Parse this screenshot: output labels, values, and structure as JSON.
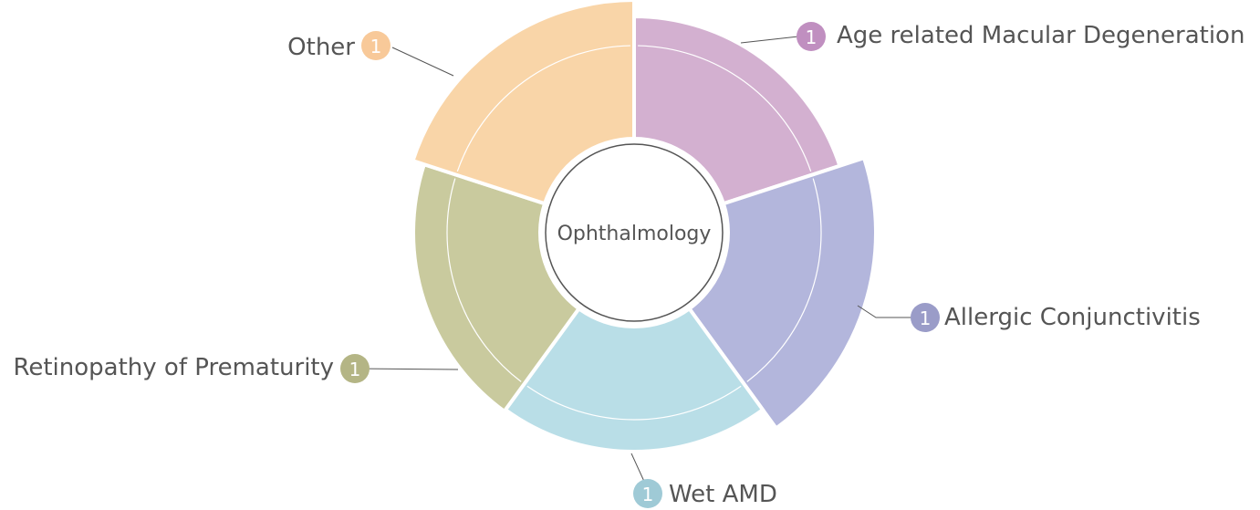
{
  "chart_data": {
    "type": "pie",
    "variant": "polar-area-donut",
    "title": "Ophthalmology",
    "slices": [
      {
        "label": "Age related Macular Degeneration",
        "value": 1,
        "color": "#d3b0d0",
        "badge_color": "#c08fc0"
      },
      {
        "label": "Allergic Conjunctivitis",
        "value": 1,
        "color": "#b3b6dc",
        "badge_color": "#9a9cc8"
      },
      {
        "label": "Wet AMD",
        "value": 1,
        "color": "#b9dee7",
        "badge_color": "#9fcad6"
      },
      {
        "label": "Retinopathy of Prematurity",
        "value": 1,
        "color": "#c9ca9e",
        "badge_color": "#b4b585"
      },
      {
        "label": "Other",
        "value": 1,
        "color": "#f9d5a8",
        "badge_color": "#f8c999"
      }
    ]
  }
}
